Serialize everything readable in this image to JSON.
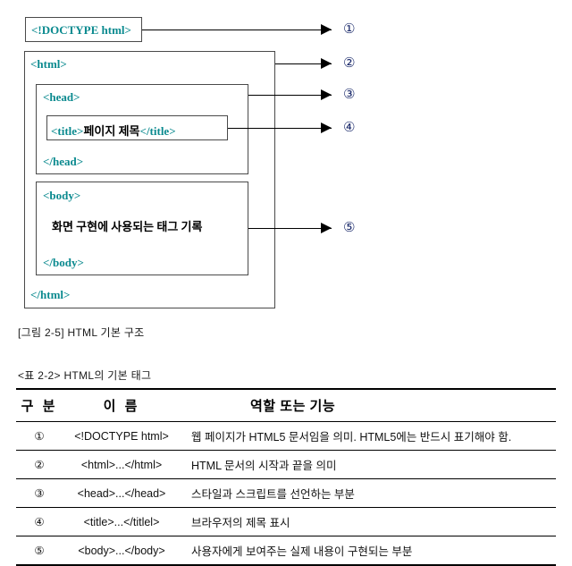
{
  "diagram": {
    "doctype_box": {
      "tag_open": "<!DOCTYPE html>"
    },
    "html_box": {
      "open": "<html>",
      "close": "</html>"
    },
    "head_box": {
      "open": "<head>",
      "close": "</head>"
    },
    "title_box": {
      "open": "<title>",
      "text": "페이지 제목",
      "close": "</title>"
    },
    "body_box": {
      "open": "<body>",
      "text": "화면 구현에 사용되는 태그 기록",
      "close": "</body>"
    },
    "markers": [
      {
        "label": "①"
      },
      {
        "label": "②"
      },
      {
        "label": "③"
      },
      {
        "label": "④"
      },
      {
        "label": "⑤"
      }
    ],
    "code_color": "#0b8a8f",
    "marker_color": "#1b2a6b"
  },
  "figure_caption": "[그림 2-5] HTML 기본 구조",
  "table_caption": "<표 2-2> HTML의 기본 태그",
  "table": {
    "headers": [
      "구 분",
      "이 름",
      "역할 또는 기능"
    ],
    "rows": [
      {
        "no": "①",
        "name": "<!DOCTYPE html>",
        "role": "웹 페이지가 HTML5 문서임을 의미. HTML5에는 반드시 표기해야 함."
      },
      {
        "no": "②",
        "name": "<html>...</html>",
        "role": "HTML 문서의 시작과 끝을 의미"
      },
      {
        "no": "③",
        "name": "<head>...</head>",
        "role": "스타일과 스크립트를 선언하는 부분"
      },
      {
        "no": "④",
        "name": "<title>...</titlel>",
        "role": "브라우저의 제목 표시"
      },
      {
        "no": "⑤",
        "name": "<body>...</body>",
        "role": "사용자에게 보여주는 실제 내용이 구현되는 부분"
      }
    ]
  }
}
